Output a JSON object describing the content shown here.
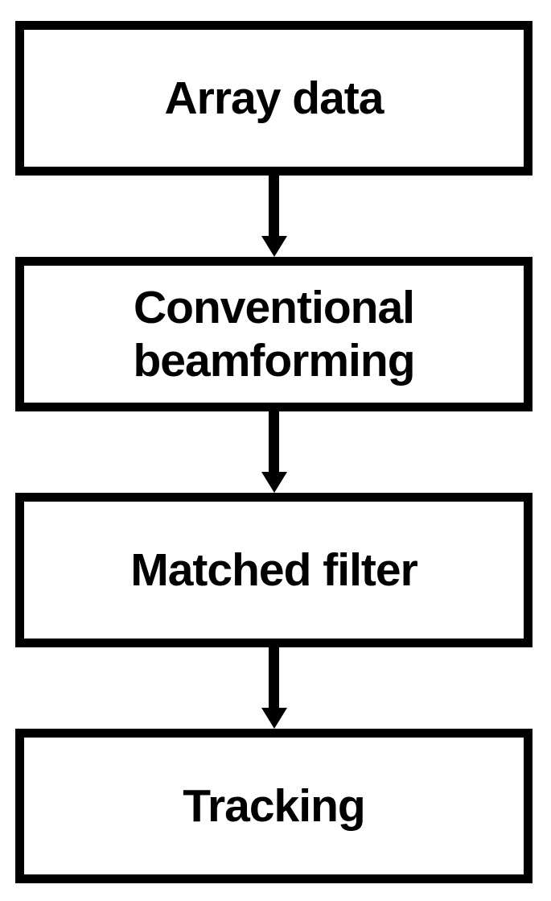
{
  "diagram": {
    "type": "flowchart",
    "direction": "top-down",
    "colors": {
      "background": "#ffffff",
      "line": "#000000",
      "text": "#000000"
    },
    "nodes": [
      {
        "id": "array-data",
        "label": "Array data"
      },
      {
        "id": "conventional-beamforming",
        "label": "Conventional beamforming"
      },
      {
        "id": "matched-filter",
        "label": "Matched filter"
      },
      {
        "id": "tracking",
        "label": "Tracking"
      }
    ],
    "edges": [
      {
        "from": "array-data",
        "to": "conventional-beamforming",
        "style": "arrow-down"
      },
      {
        "from": "conventional-beamforming",
        "to": "matched-filter",
        "style": "arrow-down"
      },
      {
        "from": "matched-filter",
        "to": "tracking",
        "style": "arrow-down"
      }
    ]
  }
}
